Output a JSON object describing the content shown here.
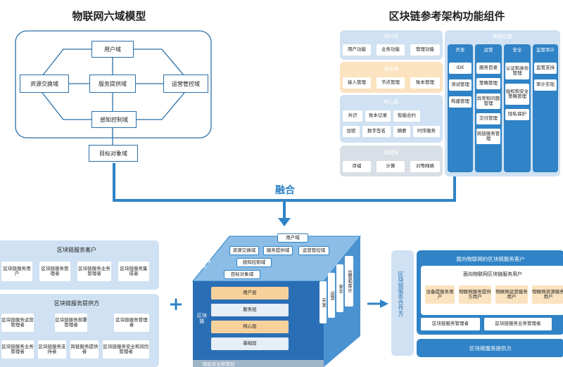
{
  "iot_model": {
    "title": "物联网六域模型",
    "domains": {
      "user": "用户域",
      "resource": "资源交换域",
      "service": "服务提供域",
      "ops": "运营管控域",
      "sensing": "感知控制域",
      "target": "目标对象域"
    }
  },
  "components": {
    "title": "区块链参考架构功能组件",
    "user_layer": {
      "title": "用户层",
      "items": [
        "用户功能",
        "业务功能",
        "管理功能"
      ]
    },
    "service_layer": {
      "title": "服务层",
      "items": [
        "接入管理",
        "节点管理",
        "账本管理"
      ]
    },
    "core_layer": {
      "title": "核心层",
      "row1": [
        "共识",
        "账本记录",
        "智能合约"
      ],
      "row2": [
        "加密",
        "数字签名",
        "摘要",
        "时序服务"
      ]
    },
    "base_layer": {
      "title": "基础层",
      "items": [
        "存储",
        "计算",
        "对等网络"
      ]
    },
    "cross": {
      "title": "跨层功能",
      "cols": [
        {
          "title": "开发",
          "items": [
            "IDE",
            "测试管理",
            "构建管理"
          ]
        },
        {
          "title": "运营",
          "items": [
            "服务目录",
            "策略管理",
            "异常和问题管理",
            "交付管理",
            "跨链服务管理"
          ]
        },
        {
          "title": "安全",
          "items": [
            "认证和身份管理",
            "授权和安全策略管理",
            "隐私保护"
          ]
        },
        {
          "title": "监管审计",
          "items": [
            "监管支持",
            "审计实现"
          ]
        }
      ]
    }
  },
  "fusion": {
    "label": "融合"
  },
  "left_panel": {
    "customers_title": "区块链服务客户",
    "customers": [
      "区块链服务用户",
      "区块链服务管理者",
      "区块链服务业务管理者",
      "区块链服务集成者"
    ],
    "providers_title": "区块链服务提供方",
    "providers_row1": [
      "区块链服务运营管理者",
      "区块链服务部署管理者",
      "区块链服务管理者"
    ],
    "providers_row2": [
      "区块链服务业务管理者",
      "区块链服务支持者",
      "跨链服务提供者",
      "区块链服务安全和风险管理者"
    ]
  },
  "plus": {
    "label": "+"
  },
  "cube": {
    "top": {
      "iot_label": "物联网",
      "rows": [
        [
          "用户域"
        ],
        [
          "资源交换域",
          "服务提供域",
          "运营管控域"
        ],
        [
          "感知控制域"
        ],
        [
          "目标对象域"
        ]
      ]
    },
    "front": {
      "chain_label": "区块链",
      "layers": [
        "用户层",
        "服务层",
        "核心层",
        "基础层"
      ]
    },
    "side": [
      "开发",
      "运营",
      "安全",
      "监管和审计"
    ],
    "bottom_label": "跨层安全和管控"
  },
  "right_panel": {
    "side_label": "区块链服务合作方",
    "top_title": "面向物联网的区块链服务客户",
    "inner_title": "面向物联网区块链服务用户",
    "users": [
      "设备提服务用户",
      "物联网服务提供方用户",
      "物联网运营服务用户",
      "物联网资源服务用户"
    ],
    "managers": [
      "区块链服务管理者",
      "区块链服务业务管理者"
    ],
    "bottom_title": "区块链服务提供方"
  },
  "colors": {
    "primary": "#2f83c6",
    "light_panel": "#cfe1f2",
    "orange": "#f7d19c",
    "orange_panel": "#fbe3c0",
    "gray_panel": "#d9dfe6"
  }
}
